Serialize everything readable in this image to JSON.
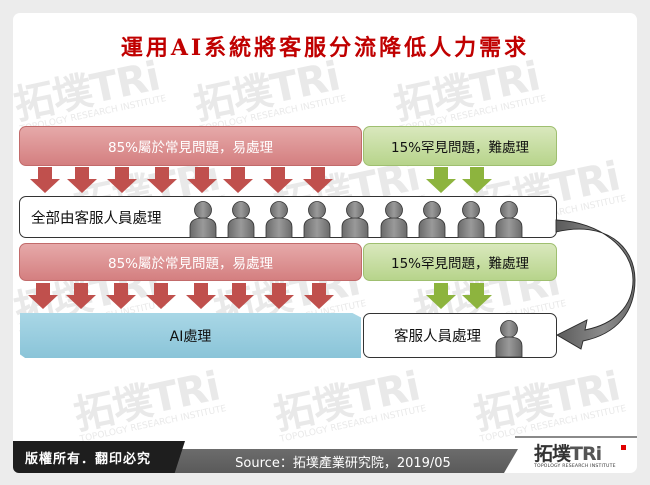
{
  "title": "運用AI系統將客服分流降低人力需求",
  "watermark": {
    "brand": "拓墣TRi",
    "sub": "TOPOLOGY RESEARCH INSTITUTE"
  },
  "row1": {
    "common_label": "85%屬於常見問題，易處理",
    "rare_label": "15%罕見問題，難處理",
    "handler_label": "全部由客服人員處理",
    "person_count": 9
  },
  "row2": {
    "common_label": "85%屬於常見問題，易處理",
    "rare_label": "15%罕見問題，難處理",
    "ai_label": "AI處理",
    "agent_label": "客服人員處理",
    "person_count": 1
  },
  "colors": {
    "title": "#c00000",
    "red_box": "#d98b8c",
    "red_arrow": "#c0504d",
    "green_box": "#c4dc9e",
    "green_arrow": "#8db43e",
    "blue_box": "#92c9dc",
    "person": "#7f7f7f",
    "curved_arrow": "#808080"
  },
  "footer": {
    "copyright": "版權所有．翻印必究",
    "source": "Source：拓墣產業研究院，2019/05",
    "logo_main": "拓墣",
    "logo_tri": "TRi",
    "logo_sub": "TOPOLOGY RESEARCH INSTITUTE"
  }
}
